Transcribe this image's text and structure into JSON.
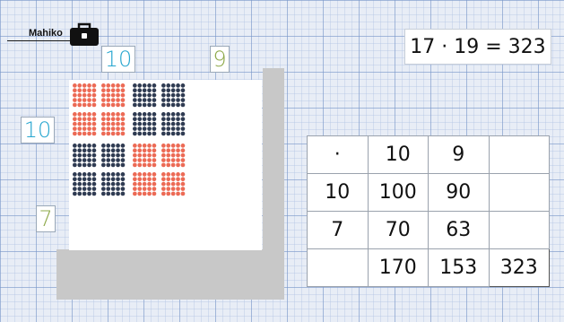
{
  "header": {
    "user_name": "Mahiko",
    "toolbox_icon": "toolbox-icon"
  },
  "labels": {
    "top_tens": "10",
    "top_ones": "9",
    "left_tens": "10",
    "left_ones": "7"
  },
  "equation": {
    "text": "17 · 19 = 323"
  },
  "dot_field": {
    "columns": [
      10,
      9
    ],
    "rows": [
      10,
      7
    ],
    "colors": {
      "red": "#ec6a55",
      "navy": "#2f3b52"
    }
  },
  "table": {
    "rows": [
      [
        "·",
        "10",
        "9",
        ""
      ],
      [
        "10",
        "100",
        "90",
        ""
      ],
      [
        "7",
        "70",
        "63",
        ""
      ],
      [
        "",
        "170",
        "153",
        "323"
      ]
    ]
  },
  "colors": {
    "blue_label": "#27a6cf",
    "green_label": "#8ea94a",
    "frame": "#c8c8c8"
  }
}
